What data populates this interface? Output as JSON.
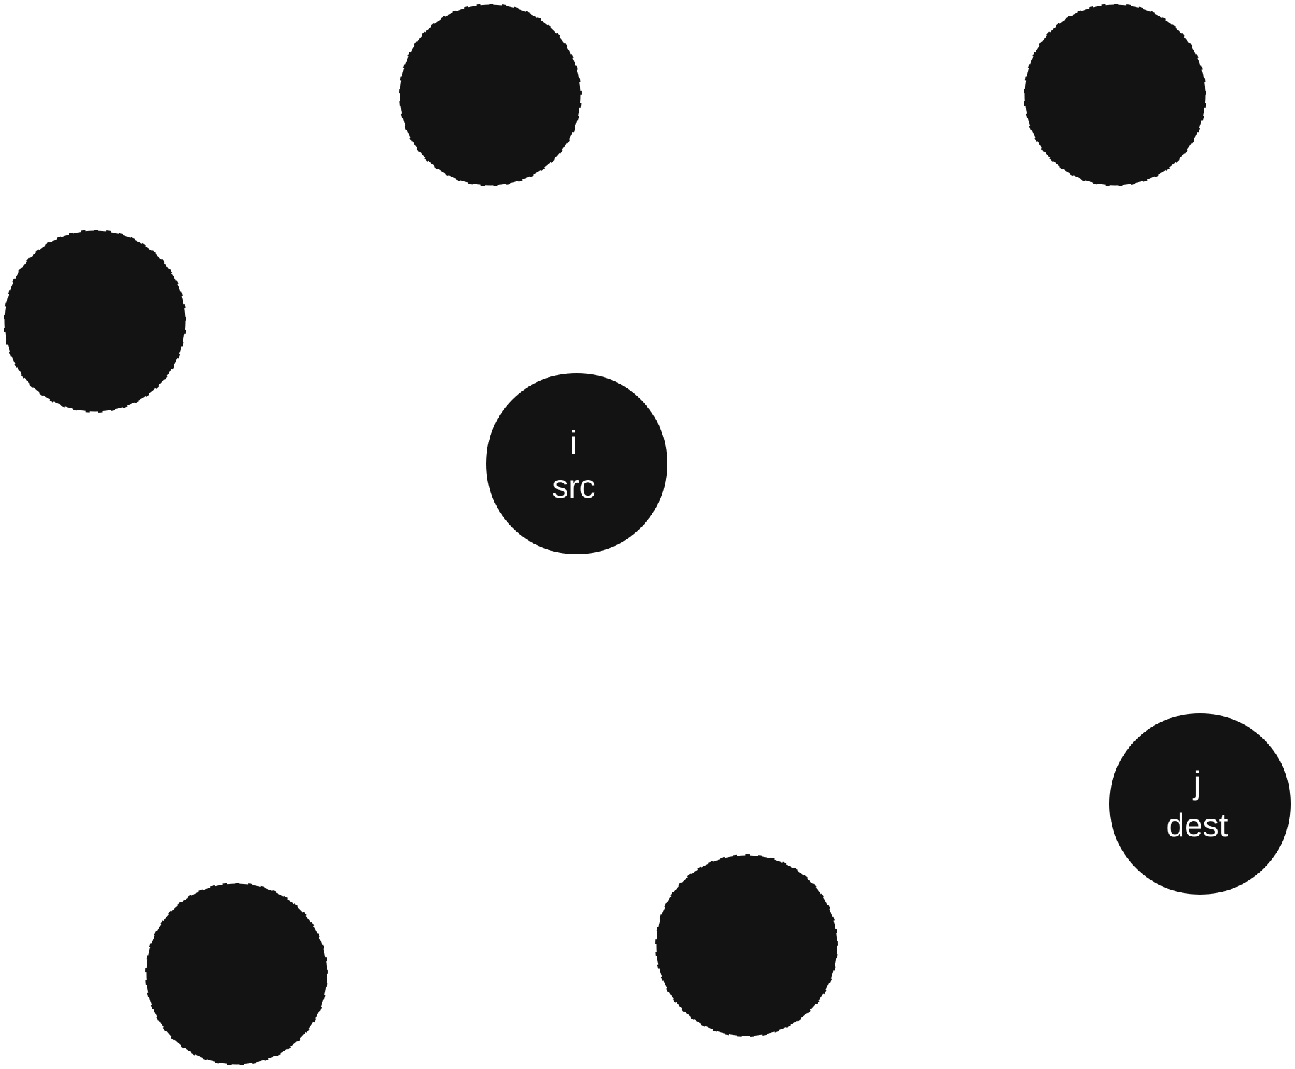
{
  "nodes": [
    {
      "id": "top-center",
      "style": "dashed"
    },
    {
      "id": "top-right",
      "style": "dashed"
    },
    {
      "id": "left",
      "style": "dashed"
    },
    {
      "id": "i",
      "style": "solid",
      "label": "i",
      "sublabel": "src"
    },
    {
      "id": "j",
      "style": "solid",
      "label": "j",
      "sublabel": "dest"
    },
    {
      "id": "bottom-left",
      "style": "dashed"
    },
    {
      "id": "bottom-center",
      "style": "dashed"
    }
  ],
  "colors": {
    "node_fill": "#131313",
    "node_text": "#ffffff",
    "background": "#ffffff"
  }
}
